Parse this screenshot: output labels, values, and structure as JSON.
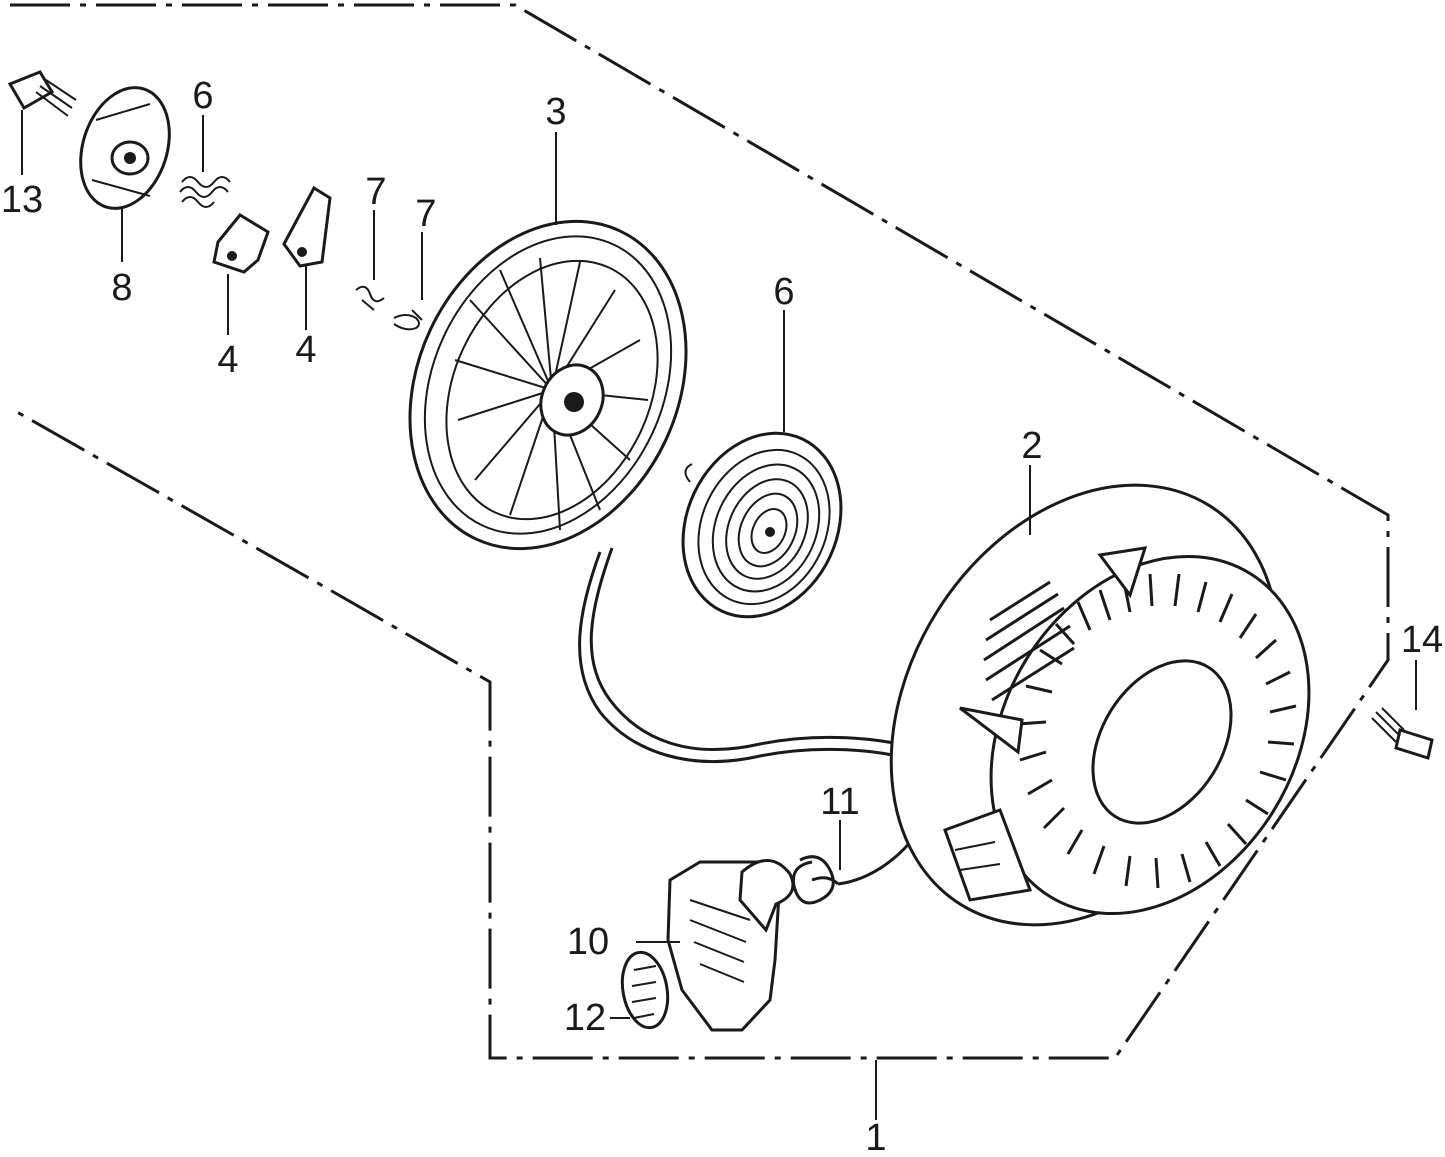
{
  "callouts": {
    "c1": "1",
    "c2": "2",
    "c3": "3",
    "c4a": "4",
    "c4b": "4",
    "c6a": "6",
    "c6b": "6",
    "c7a": "7",
    "c7b": "7",
    "c8": "8",
    "c10": "10",
    "c11": "11",
    "c12": "12",
    "c13": "13",
    "c14": "14"
  }
}
